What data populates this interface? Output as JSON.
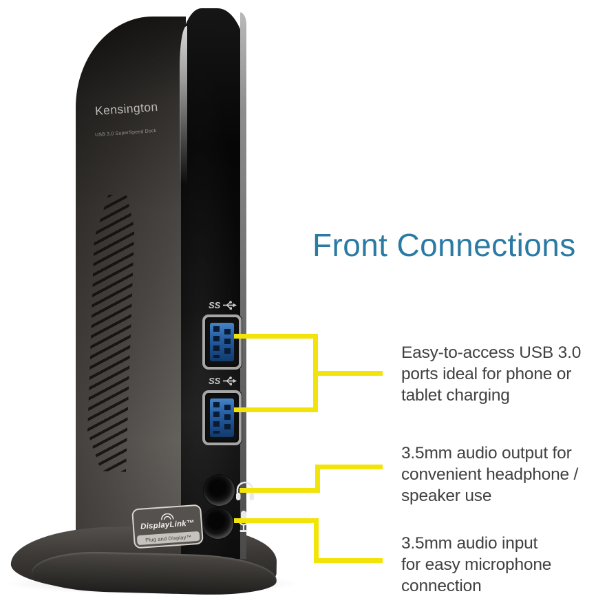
{
  "title": {
    "text": "Front Connections"
  },
  "colors": {
    "title_blue": "#2b7aa4",
    "accent_yellow": "#f2e30b",
    "usb_port_blue": "#2a62a8",
    "body_text": "#414141"
  },
  "device": {
    "brand": "Kensington",
    "model": "USB 3.0 SuperSpeed Dock",
    "usb_logo_label": "SS",
    "badge": {
      "line1": "DisplayLink™",
      "line2": "Plug and Display™"
    }
  },
  "callouts": [
    {
      "target": "usb-ports",
      "text": "Easy-to-access USB 3.0\nports ideal for phone or\ntablet charging"
    },
    {
      "target": "audio-output-jack",
      "text": "3.5mm audio output for\nconvenient headphone /\nspeaker use"
    },
    {
      "target": "audio-input-jack",
      "text": "3.5mm audio input\nfor easy microphone\nconnection"
    }
  ],
  "icons": {
    "usb_ss": "usb-superspeed-icon",
    "headphone": "headphone-icon",
    "microphone": "microphone-icon",
    "displaylink_arc": "displaylink-arc-icon"
  }
}
